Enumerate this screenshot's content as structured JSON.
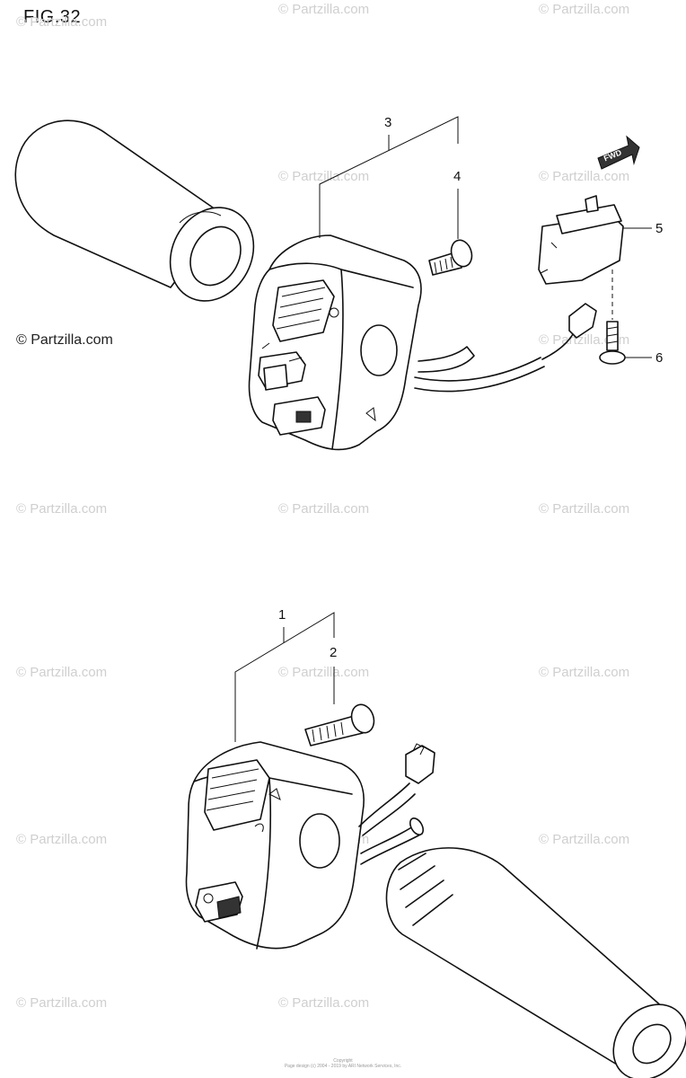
{
  "figure": {
    "title": "FIG.32"
  },
  "watermark": {
    "text": "© Partzilla.com",
    "dark_text": "© Partzilla.com"
  },
  "callouts": {
    "c1": "1",
    "c2": "2",
    "c3": "3",
    "c4": "4",
    "c5": "5",
    "c6": "6"
  },
  "labels": {
    "fwd": "FWD"
  },
  "footer": {
    "line1": "Copyright",
    "line2": "Page design (c) 2004 - 2019 by ARI Network Services, Inc."
  }
}
